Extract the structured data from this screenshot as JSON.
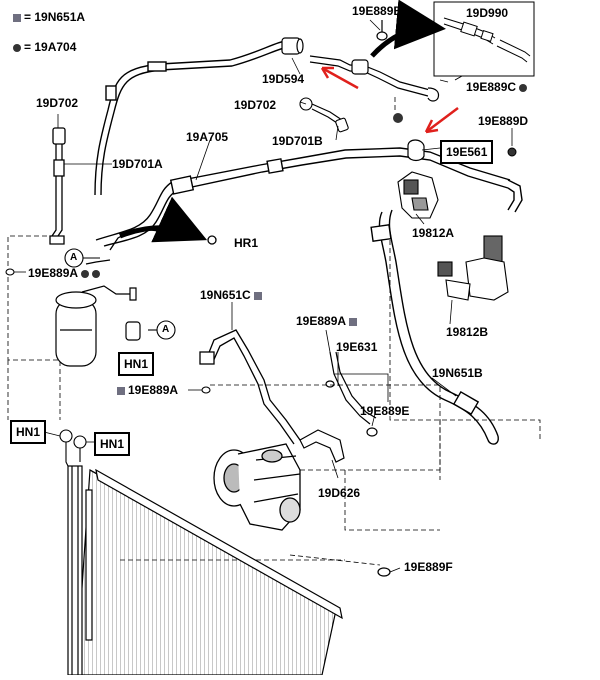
{
  "legend": {
    "square_code": "19N651A",
    "circle_code": "19A704"
  },
  "labels": {
    "p19E889B": "19E889B",
    "p19D990": "19D990",
    "p19D594": "19D594",
    "p19E889C_top": "19E889C",
    "p19D702_left": "19D702",
    "p19D702_mid": "19D702",
    "p19E889D": "19E889D",
    "p19A705": "19A705",
    "p19D701B": "19D701B",
    "p19E561": "19E561",
    "p19D701A": "19D701A",
    "p19812A": "19812A",
    "pHR1": "HR1",
    "p19E889A_left": "19E889A",
    "p19N651C": "19N651C",
    "p19812B": "19812B",
    "p19E889A_mid": "19E889A",
    "p19E631": "19E631",
    "pHN1_a": "HN1",
    "p19E889A_low": "19E889A",
    "p19N651B": "19N651B",
    "p19E889E": "19E889E",
    "pHN1_b": "HN1",
    "pHN1_c": "HN1",
    "p19D626": "19D626",
    "p19E889F": "19E889F",
    "callout_a1": "A",
    "callout_a2": "A"
  },
  "colors": {
    "arrow_red": "#e0201c",
    "legend_square": "#6f6f80",
    "line": "#000000"
  },
  "icons": [
    "red-arrow-icon",
    "legend-square-icon",
    "legend-circle-icon",
    "callout-circle-icon"
  ]
}
